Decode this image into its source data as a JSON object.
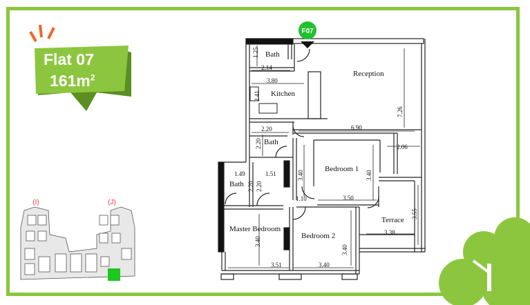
{
  "badge": {
    "flat": "Flat 07",
    "area": "161m",
    "area_unit_sup": "2"
  },
  "marker": {
    "code": "F07"
  },
  "rooms": {
    "bath_top": "Bath",
    "reception": "Reception",
    "kitchen": "Kitchen",
    "bath_mid": "Bath",
    "bedroom1": "Bedroom 1",
    "bath_small": "Bath",
    "master_bedroom": "Master Bedroom",
    "bedroom2": "Bedroom 2",
    "terrace": "Terrace"
  },
  "dimensions": {
    "d_1_25": "1.25",
    "d_2_14": "2.14",
    "d_3_80": "3.80",
    "d_2_41": "2.41",
    "d_7_26": "7.26",
    "d_2_20_h": "2.20",
    "d_6_90": "6.90",
    "d_2_20_v": "2.20",
    "d_2_06": "2.06",
    "d_1_49": "1.49",
    "d_1_51": "1.51",
    "d_2_20_a": "2.20",
    "d_2_20_b": "2.20",
    "d_3_40_b1l": "3.40",
    "d_3_40_b1r": "3.40",
    "d_1_10": "1.10",
    "d_3_50": "3.50",
    "d_3_55": "3.55",
    "d_3_38": "3.38",
    "d_3_40_master": "3.40",
    "d_3_40_b2": "3.40",
    "d_3_51": "3.51",
    "d_3_40_bottom": "3.40"
  },
  "keyplan": {
    "label_i": "(I)",
    "label_j": "(J)"
  },
  "colors": {
    "green": "#8cc63f",
    "badge_dark": "#5b8f22",
    "marker": "#21c02f",
    "orange": "#f26522",
    "highlight": "#1ec81e",
    "red_label": "#e53935"
  }
}
